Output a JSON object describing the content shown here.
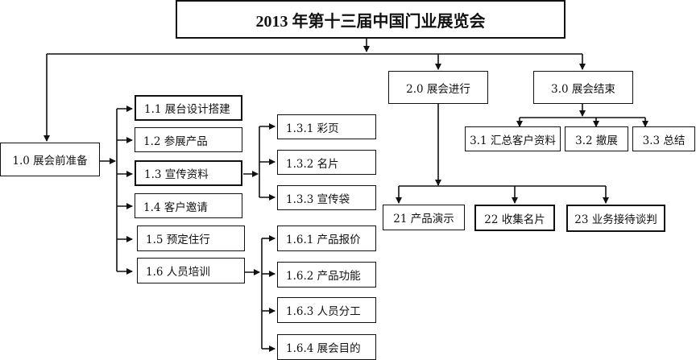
{
  "title": "2013 年第十三届中国门业展览会",
  "phases": {
    "prep": {
      "label": "1.0 展会前准备",
      "items": [
        {
          "label": "1.1 展台设计搭建"
        },
        {
          "label": "1.2 参展产品"
        },
        {
          "label": "1.3  宣传资料",
          "children": [
            {
              "label": "1.3.1 彩页"
            },
            {
              "label": "1.3.2 名片"
            },
            {
              "label": "1.3.3 宣传袋"
            }
          ]
        },
        {
          "label": "1.4  客户邀请"
        },
        {
          "label": "1.5  预定住行"
        },
        {
          "label": "1.6 人员培训",
          "children": [
            {
              "label": "1.6.1 产品报价"
            },
            {
              "label": "1.6.2 产品功能"
            },
            {
              "label": "1.6.3 人员分工"
            },
            {
              "label": "1.6.4 展会目的"
            }
          ]
        }
      ]
    },
    "during": {
      "label": "2.0  展会进行",
      "items": [
        {
          "label": "21 产品演示"
        },
        {
          "label": "22 收集名片"
        },
        {
          "label": "23 业务接待谈判"
        }
      ]
    },
    "after": {
      "label": "3.0  展会结束",
      "items": [
        {
          "label": "3.1 汇总客户资料"
        },
        {
          "label": "3.2 撤展"
        },
        {
          "label": "3.3 总结"
        }
      ]
    }
  },
  "colors": {
    "line": "#111111",
    "background": "#ffffff"
  }
}
